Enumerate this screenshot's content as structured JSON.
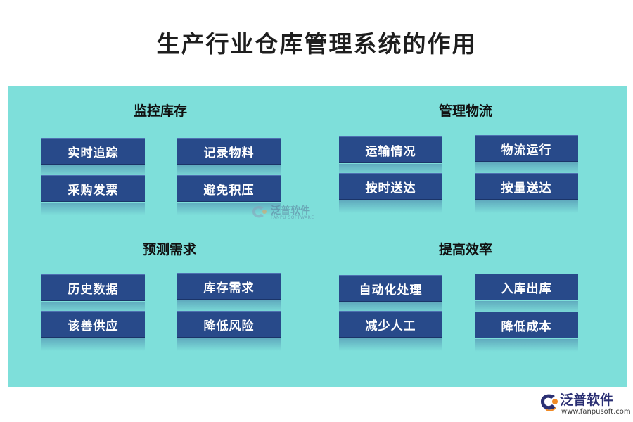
{
  "title": "生产行业仓库管理系统的作用",
  "groups": [
    {
      "heading": "监控库存",
      "items": [
        "实时追踪",
        "记录物料",
        "采购发票",
        "避免积压"
      ]
    },
    {
      "heading": "管理物流",
      "items": [
        "运输情况",
        "物流运行",
        "按时送达",
        "按量送达"
      ]
    },
    {
      "heading": "预测需求",
      "items": [
        "历史数据",
        "库存需求",
        "该善供应",
        "降低风险"
      ]
    },
    {
      "heading": "提高效率",
      "items": [
        "自动化处理",
        "入库出库",
        "减少人工",
        "降低成本"
      ]
    }
  ],
  "watermark": {
    "name": "泛普软件",
    "sub": "FANPU SOFTWARE"
  },
  "brand": {
    "name": "泛普软件",
    "url": "www.fanpusoft.com"
  },
  "colors": {
    "panel": "#7edfda",
    "box": "#284a8a",
    "brand": "#2a2f73",
    "logo_orange": "#f08a24"
  }
}
